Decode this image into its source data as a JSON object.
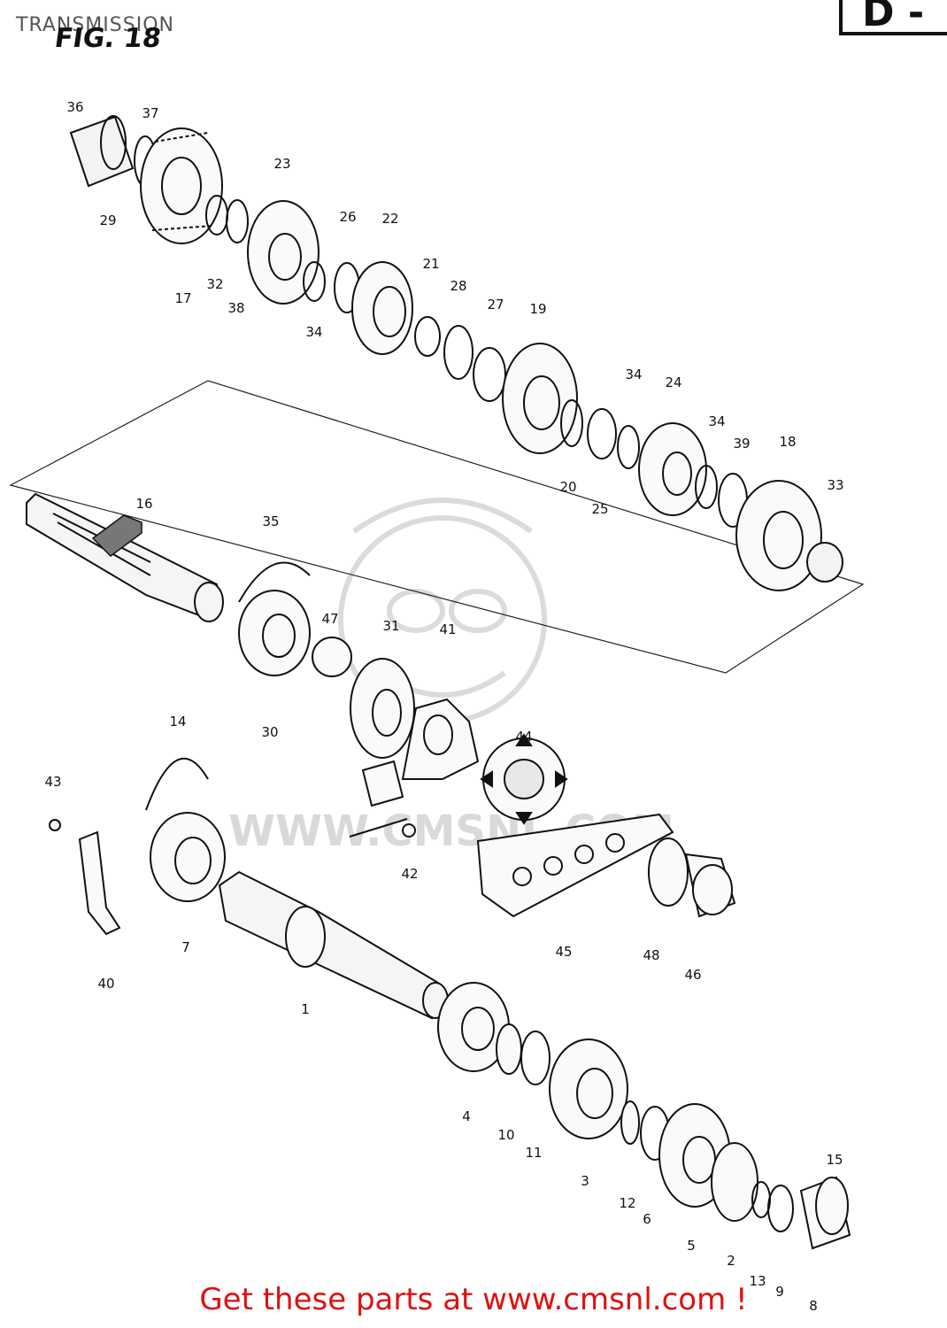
{
  "header": {
    "title": "TRANSMISSION",
    "figure_label": "FIG. 18",
    "section_label": "D -"
  },
  "parts": [
    {
      "id": "p36",
      "label": "36"
    },
    {
      "id": "p37",
      "label": "37"
    },
    {
      "id": "p29",
      "label": "29"
    },
    {
      "id": "p17",
      "label": "17"
    },
    {
      "id": "p32",
      "label": "32"
    },
    {
      "id": "p38",
      "label": "38"
    },
    {
      "id": "p23",
      "label": "23"
    },
    {
      "id": "p34a",
      "label": "34"
    },
    {
      "id": "p26",
      "label": "26"
    },
    {
      "id": "p22",
      "label": "22"
    },
    {
      "id": "p21",
      "label": "21"
    },
    {
      "id": "p28",
      "label": "28"
    },
    {
      "id": "p27",
      "label": "27"
    },
    {
      "id": "p19",
      "label": "19"
    },
    {
      "id": "p20",
      "label": "20"
    },
    {
      "id": "p25",
      "label": "25"
    },
    {
      "id": "p34b",
      "label": "34"
    },
    {
      "id": "p24",
      "label": "24"
    },
    {
      "id": "p34c",
      "label": "34"
    },
    {
      "id": "p39",
      "label": "39"
    },
    {
      "id": "p18",
      "label": "18"
    },
    {
      "id": "p33",
      "label": "33"
    },
    {
      "id": "p16",
      "label": "16"
    },
    {
      "id": "p35",
      "label": "35"
    },
    {
      "id": "p47",
      "label": "47"
    },
    {
      "id": "p31",
      "label": "31"
    },
    {
      "id": "p41",
      "label": "41"
    },
    {
      "id": "p30",
      "label": "30"
    },
    {
      "id": "p44",
      "label": "44"
    },
    {
      "id": "p14",
      "label": "14"
    },
    {
      "id": "p43",
      "label": "43"
    },
    {
      "id": "p42",
      "label": "42"
    },
    {
      "id": "p7",
      "label": "7"
    },
    {
      "id": "p40",
      "label": "40"
    },
    {
      "id": "p45",
      "label": "45"
    },
    {
      "id": "p48",
      "label": "48"
    },
    {
      "id": "p46",
      "label": "46"
    },
    {
      "id": "p1",
      "label": "1"
    },
    {
      "id": "p4",
      "label": "4"
    },
    {
      "id": "p10",
      "label": "10"
    },
    {
      "id": "p11",
      "label": "11"
    },
    {
      "id": "p3",
      "label": "3"
    },
    {
      "id": "p12",
      "label": "12"
    },
    {
      "id": "p6",
      "label": "6"
    },
    {
      "id": "p15",
      "label": "15"
    },
    {
      "id": "p5",
      "label": "5"
    },
    {
      "id": "p2",
      "label": "2"
    },
    {
      "id": "p13",
      "label": "13"
    },
    {
      "id": "p9",
      "label": "9"
    },
    {
      "id": "p8",
      "label": "8"
    }
  ],
  "watermark": {
    "text": "WWW.CMSNL.COM",
    "color": "#bbbbbb"
  },
  "footer": {
    "link_text": "Get these parts at www.cmsnl.com !",
    "color": "#e01010"
  }
}
